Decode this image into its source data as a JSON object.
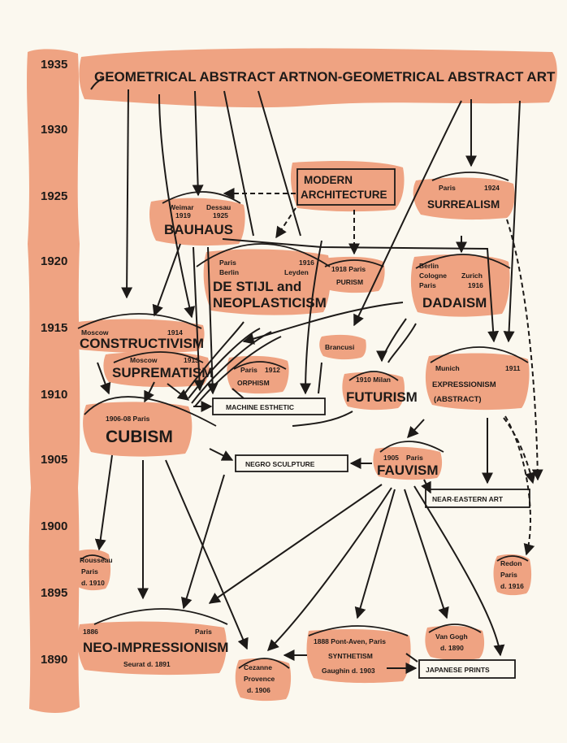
{
  "years": [
    "1935",
    "1930",
    "1925",
    "1920",
    "1915",
    "1910",
    "1905",
    "1900",
    "1895",
    "1890"
  ],
  "top": {
    "geometrical": "GEOMETRICAL ABSTRACT ART",
    "non_geometrical": "NON-GEOMETRICAL ABSTRACT ART"
  },
  "modern_architecture": [
    "MODERN",
    "ARCHITECTURE"
  ],
  "bauhaus": {
    "places": [
      "Weimar",
      "Dessau"
    ],
    "years": [
      "1919",
      "1925"
    ],
    "label": "BAUHAUS"
  },
  "surrealism": {
    "place": "Paris",
    "year": "1924",
    "label": "SURREALISM"
  },
  "destijl": {
    "left_places": [
      "Paris",
      "Berlin"
    ],
    "right": [
      "1916",
      "Leyden"
    ],
    "label": [
      "DE STIJL and",
      "NEOPLASTICISM"
    ]
  },
  "purism": {
    "year_place": "1918 Paris",
    "label": "PURISM"
  },
  "dadaism": {
    "left_places": [
      "Berlin",
      "Cologne",
      "Paris"
    ],
    "right": [
      "Zurich",
      "1916"
    ],
    "label": "DADAISM"
  },
  "constructivism": {
    "place": "Moscow",
    "year": "1914",
    "label": "CONSTRUCTIVISM"
  },
  "brancusi": "Brancusi",
  "suprematism": {
    "place": "Moscow",
    "year": "1913",
    "label": "SUPREMATISM"
  },
  "orphism": {
    "place": "Paris",
    "year": "1912",
    "label": "ORPHISM"
  },
  "futurism": {
    "year_place": "1910 Milan",
    "label": "FUTURISM"
  },
  "expressionism": {
    "place": "Munich",
    "year": "1911",
    "label": [
      "EXPRESSIONISM",
      "(ABSTRACT)"
    ]
  },
  "machine_esthetic": "MACHINE ESTHETIC",
  "cubism": {
    "years_place": "1906-08 Paris",
    "label": "CUBISM"
  },
  "negro_sculpture": "NEGRO SCULPTURE",
  "fauvism": {
    "year": "1905",
    "place": "Paris",
    "label": "FAUVISM"
  },
  "near_eastern_art": "NEAR-EASTERN ART",
  "rousseau": [
    "Rousseau",
    "Paris",
    "d. 1910"
  ],
  "redon": [
    "Redon",
    "Paris",
    "d. 1916"
  ],
  "neo_impressionism": {
    "year": "1886",
    "place": "Paris",
    "label": "NEO-IMPRESSIONISM",
    "note": "Seurat d. 1891"
  },
  "cezanne": [
    "Cezanne",
    "Provence",
    "d. 1906"
  ],
  "synthetism": {
    "line1": "1888 Pont-Aven, Paris",
    "label": "SYNTHETISM",
    "note": "Gaughin d. 1903"
  },
  "van_gogh": [
    "Van Gogh",
    "d. 1890"
  ],
  "japanese_prints": "JAPANESE PRINTS"
}
